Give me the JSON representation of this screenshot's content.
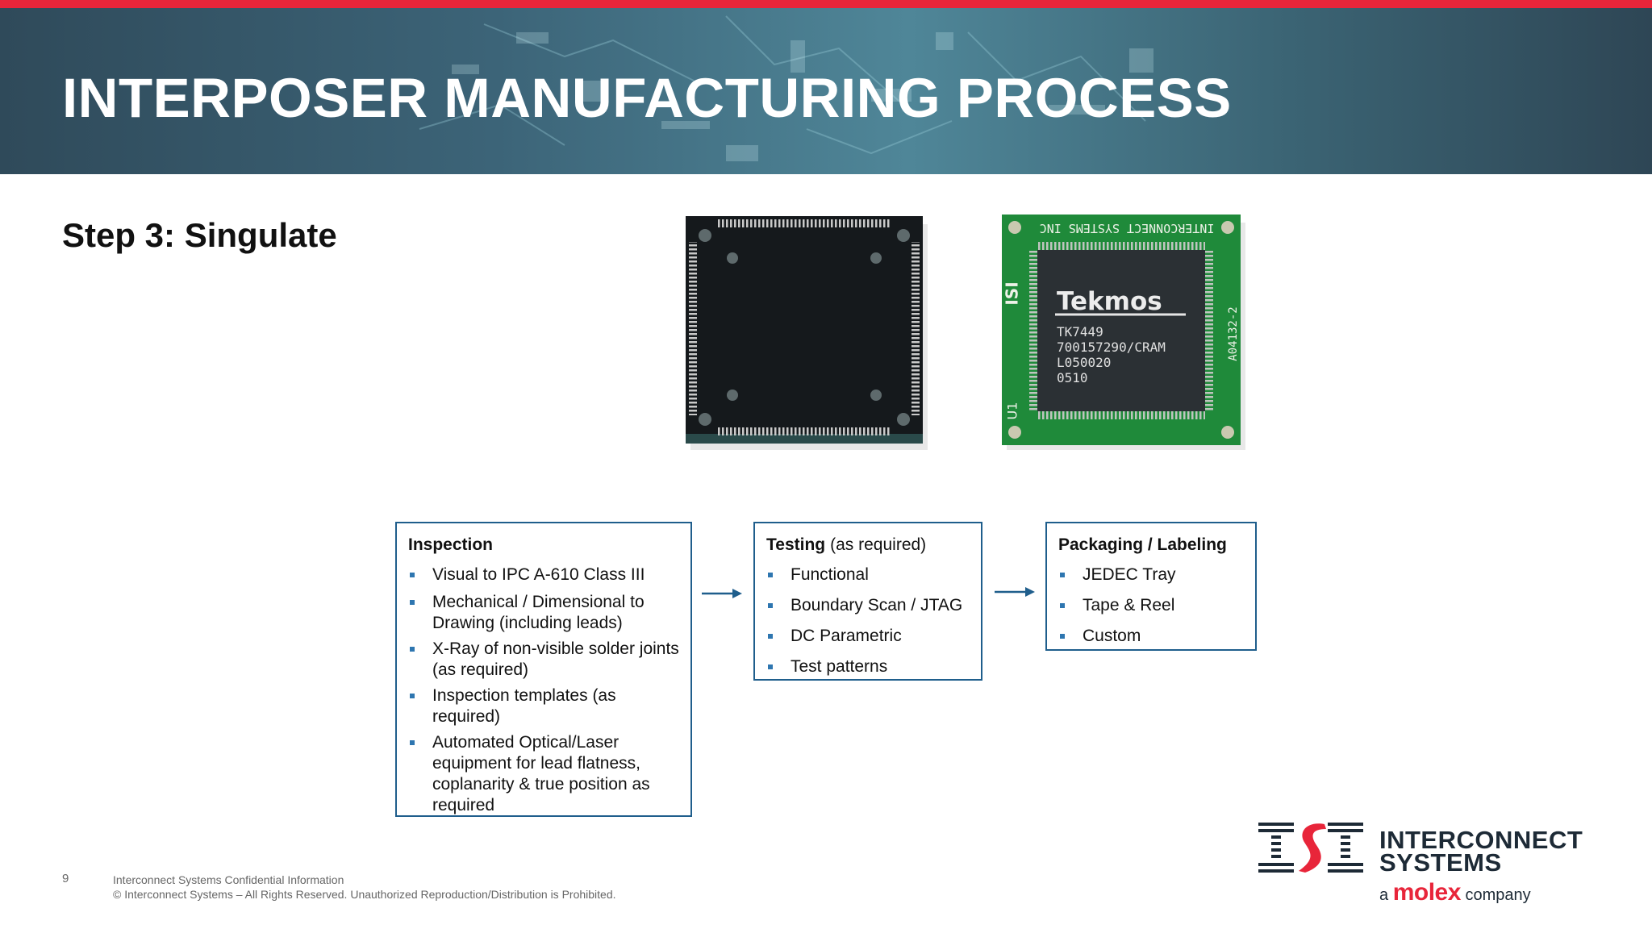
{
  "header": {
    "title": "INTERPOSER MANUFACTURING PROCESS"
  },
  "step": {
    "title": "Step 3: Singulate"
  },
  "chip_green": {
    "silk_top": "INTERCONNECT SYSTEMS INC",
    "brand": "Tekmos",
    "line1": "TK7449",
    "line2": "700157290/CRAM",
    "line3": "L050020",
    "line4": "0510",
    "side_code": "A04132-2",
    "ref": "U1",
    "logo": "ISI"
  },
  "inspection": {
    "title": "Inspection",
    "items": [
      "Visual to IPC A-610 Class III",
      "Mechanical / Dimensional to Drawing (including leads)",
      "X-Ray of non-visible solder joints (as required)",
      "Inspection templates (as required)",
      "Automated Optical/Laser equipment for lead flatness, coplanarity & true position as required"
    ]
  },
  "testing": {
    "title": "Testing",
    "note": "(as required)",
    "items": [
      "Functional",
      "Boundary Scan / JTAG",
      "DC Parametric",
      "Test patterns"
    ]
  },
  "packaging": {
    "title": "Packaging / Labeling",
    "items": [
      "JEDEC Tray",
      "Tape & Reel",
      "Custom"
    ]
  },
  "footer": {
    "page_number": "9",
    "line1": "Interconnect Systems Confidential Information",
    "line2": "© Interconnect Systems – All Rights Reserved. Unauthorized Reproduction/Distribution is Prohibited."
  },
  "logo": {
    "name_line1": "INTERCONNECT",
    "name_line2": "SYSTEMS",
    "tag_prefix": "a",
    "tag_brand": "molex",
    "tag_suffix": "company"
  },
  "colors": {
    "accent_red": "#e8253a",
    "box_border": "#1f5e8c",
    "bullet_blue": "#2e76b0",
    "header_teal": "#3c6478"
  }
}
